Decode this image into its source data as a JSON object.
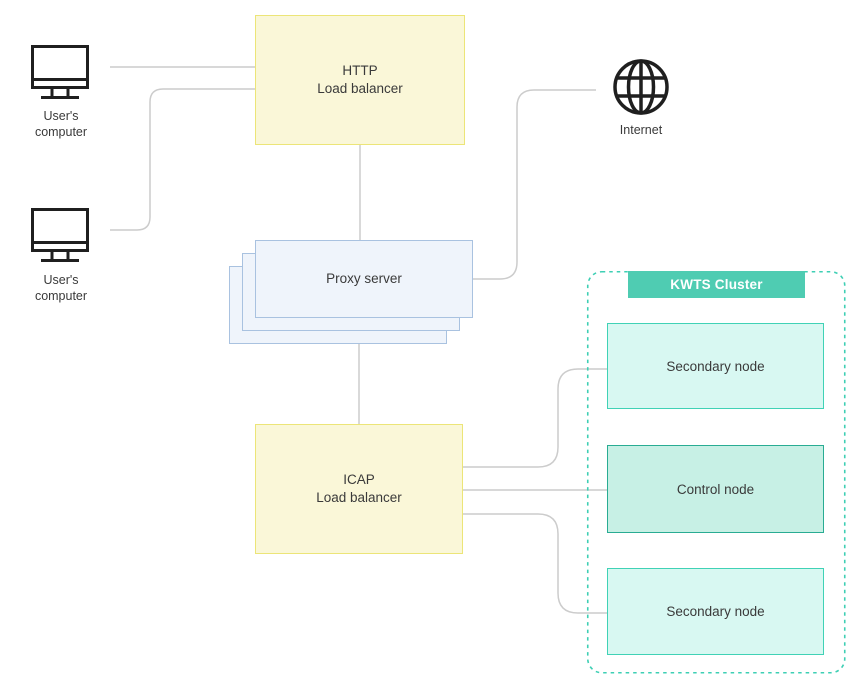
{
  "diagram": {
    "computers": [
      {
        "line1": "User's",
        "line2": "computer"
      },
      {
        "line1": "User's",
        "line2": "computer"
      }
    ],
    "http_load_balancer": {
      "line1": "HTTP",
      "line2": "Load balancer"
    },
    "proxy_server": {
      "label": "Proxy server"
    },
    "icap_load_balancer": {
      "line1": "ICAP",
      "line2": "Load balancer"
    },
    "internet": {
      "label": "Internet"
    },
    "kwts_cluster": {
      "title": "KWTS Cluster",
      "nodes": [
        {
          "label": "Secondary node"
        },
        {
          "label": "Control node"
        },
        {
          "label": "Secondary node"
        }
      ]
    },
    "colors": {
      "load_balancer_fill": "#faf7d8",
      "load_balancer_border": "#ece578",
      "proxy_fill": "#eff4fb",
      "proxy_border": "#a9c2e0",
      "secondary_node_fill": "#d8f8f2",
      "secondary_node_border": "#40d2b6",
      "control_node_fill": "#c7f0e5",
      "control_node_border": "#29ac93",
      "cluster_header_bg": "#4fccb2",
      "cluster_dashed_border": "#3ecfb4",
      "connector": "#cccccc",
      "icon_stroke": "#1f1f1f",
      "text": "#3a3a3a"
    }
  }
}
